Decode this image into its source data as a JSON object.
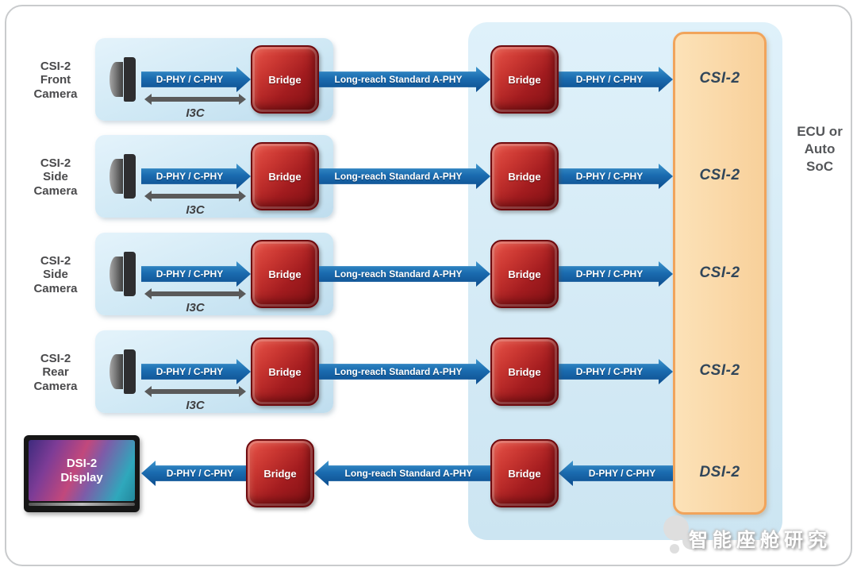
{
  "colors": {
    "arrow_blue": "#1B6CB0",
    "bridge_red": "#A31C1F",
    "panel_blue": "#D5EAF6",
    "row_box_blue": "#CDE7F4",
    "soc_fill_orange": "#FAD8A4",
    "soc_border_orange": "#F1A45B",
    "text_dark": "#4A4A4C",
    "port_text": "#31465A"
  },
  "links": {
    "phy": "D-PHY / C-PHY",
    "i3c": "I3C",
    "aphy": "Long-reach Standard A-PHY"
  },
  "bridge_label": "Bridge",
  "rows": [
    {
      "camera": "CSI-2\nFront\nCamera",
      "port": "CSI-2"
    },
    {
      "camera": "CSI-2\nSide\nCamera",
      "port": "CSI-2"
    },
    {
      "camera": "CSI-2\nSide\nCamera",
      "port": "CSI-2"
    },
    {
      "camera": "CSI-2\nRear\nCamera",
      "port": "CSI-2"
    }
  ],
  "display": {
    "label": "DSI-2\nDisplay",
    "port": "DSI-2"
  },
  "ecu_label": "ECU or\nAuto\nSoC",
  "watermark": "智能座舱研究"
}
